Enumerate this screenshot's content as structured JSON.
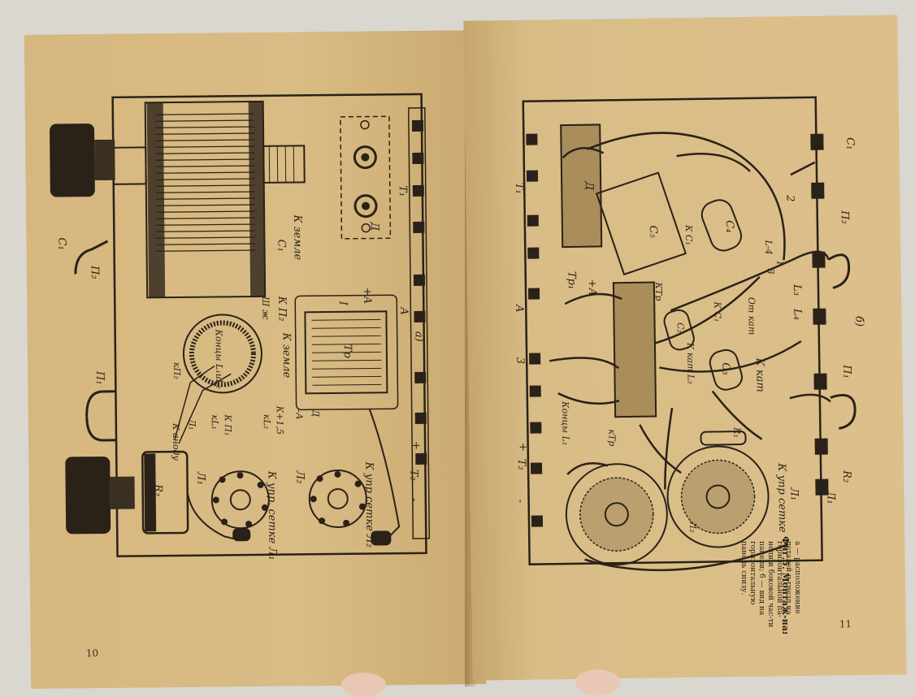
{
  "left_page": {
    "page_number": "10",
    "labels": {
      "c1_top": "C₁",
      "c1_mid": "C₁",
      "p2_top": "П₂",
      "p1": "П₁",
      "k_zemle": "К земле",
      "d": "Д",
      "t1": "Т₁",
      "sh_zh": "Ш ж",
      "k_p2": "К П₂",
      "a_plus": "+А",
      "i_label": "I",
      "a_label": "А",
      "k_zemle2": "К земле",
      "tr": "Тр",
      "fig_a": "а)",
      "kontsy": "Концы L₁uL₂",
      "k_p2_b": "кП₂",
      "k_anodu": "К аноду",
      "l1_a": "Л₁",
      "kl1": "кL₁",
      "kp1": "К П₁",
      "kl2": "кL₂",
      "kplus15": "К+1,5",
      "minus_a": "-А",
      "d2": "Д",
      "r2": "R₂",
      "l1": "Л₁",
      "l2": "Л₂",
      "k_upr_l1": "К упр. сетке Л₁",
      "k_upr_l2": "К упр сетке Л₂",
      "t2": "Т₂",
      "plus": "+",
      "minus": "-"
    }
  },
  "right_page": {
    "page_number": "11",
    "labels": {
      "t1": "Т₁",
      "d": "Д",
      "c5": "C₅",
      "kc1_top": "К C₁",
      "c4": "C₄",
      "two": "2",
      "p2": "П₂",
      "c1": "C₁",
      "tp1": "Тр₁",
      "plus_a": "+А",
      "a": "А",
      "ktr": "КТр",
      "c2": "C₂",
      "kc1": "К C₁",
      "ot_kat": "От кат",
      "l4": "L-4",
      "one": "1",
      "three_r": "3",
      "l3": "L₃",
      "l4b": "L₄",
      "three": "3",
      "kontsy": "Концы L₁",
      "kkat_l": "К кат L₂",
      "c3": "C₃",
      "k_kat": "К кат",
      "p1": "П₁",
      "fig_b": "б)",
      "ktr_b": "кТр",
      "t2": "Т₂",
      "plus": "+",
      "minus": "-",
      "r1": "R₁",
      "r2": "R₂",
      "l1": "Л₁",
      "l1b": "Л₁",
      "k_upr": "К упр сетке",
      "l2": "Л₂"
    },
    "caption": {
      "title": "Фиг.5. Монтаж-ная схема.",
      "body": "а — расположение деталей и гнезд на горизонтальной па-нели и боковой час-ти панели; б — вид на горизонтальную панель снизу."
    }
  }
}
